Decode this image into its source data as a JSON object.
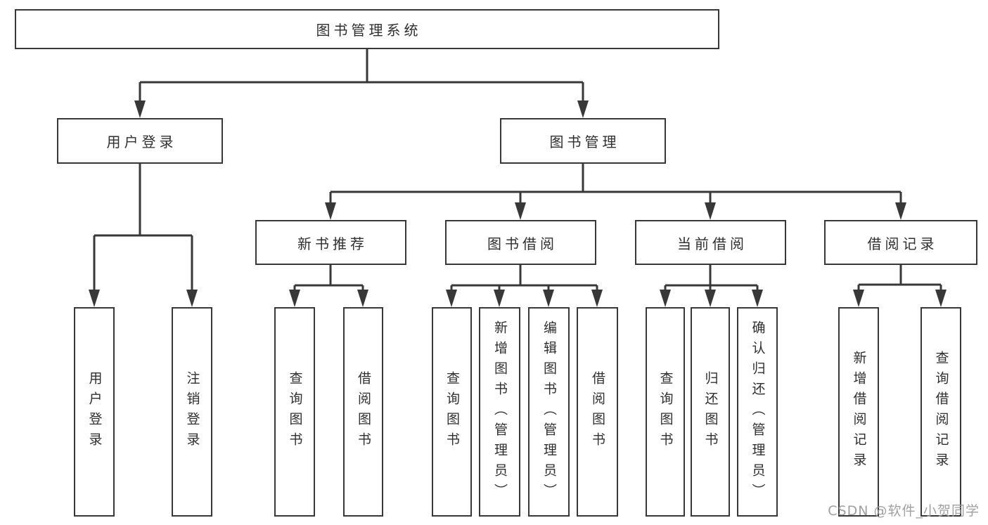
{
  "diagram": {
    "title_node": "图书管理系统",
    "level2": {
      "user_login": "用户登录",
      "book_management": "图书管理"
    },
    "level3": {
      "new_book_recommend": "新书推荐",
      "book_borrow": "图书借阅",
      "current_borrow": "当前借阅",
      "borrow_records": "借阅记录"
    },
    "leaves": {
      "user_login": [
        "用户登录",
        "注销登录"
      ],
      "new_book_recommend": [
        "查询图书",
        "借阅图书"
      ],
      "book_borrow": [
        "查询图书",
        "新增图书（管理员）",
        "编辑图书（管理员）",
        "借阅图书"
      ],
      "current_borrow": [
        "查询图书",
        "归还图书",
        "确认归还（管理员）"
      ],
      "borrow_records": [
        "新增借阅记录",
        "查询借阅记录"
      ]
    }
  },
  "watermark": {
    "text": "CSDN @软件_小贺同学"
  },
  "colors": {
    "line": "#383838",
    "text": "#2f2f2f",
    "watermark": "#a0a0a0",
    "background": "#ffffff"
  }
}
